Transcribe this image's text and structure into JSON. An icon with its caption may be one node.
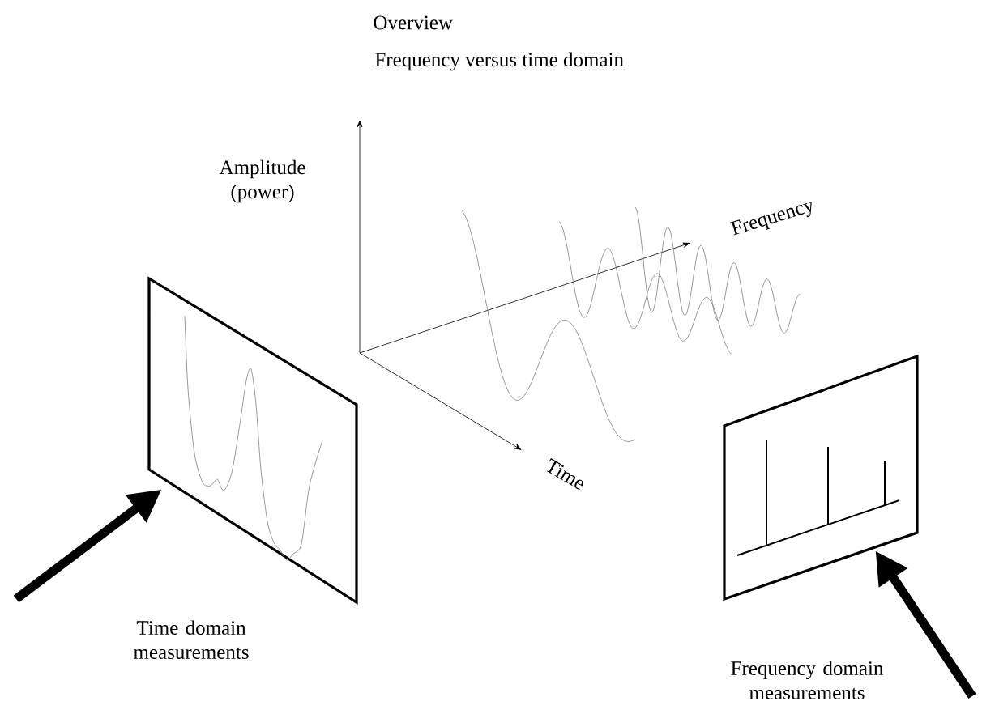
{
  "diagram": {
    "title": "Overview",
    "nodes": [
      {
        "text": [],
        "shape": "picture",
        "beside": [
          "Time domain measurements"
        ]
      },
      {
        "text": [],
        "shape": "picture",
        "beside": [
          "Frequency domain measurements"
        ]
      }
    ],
    "edges": [
      {
        "from": null,
        "to": 0,
        "arrow": "to"
      },
      {
        "from": null,
        "to": 1,
        "arrow": "to"
      }
    ],
    "labels": [
      "Frequency versus time domain",
      "Amplitude (power)",
      "Frequency",
      "Time"
    ]
  }
}
